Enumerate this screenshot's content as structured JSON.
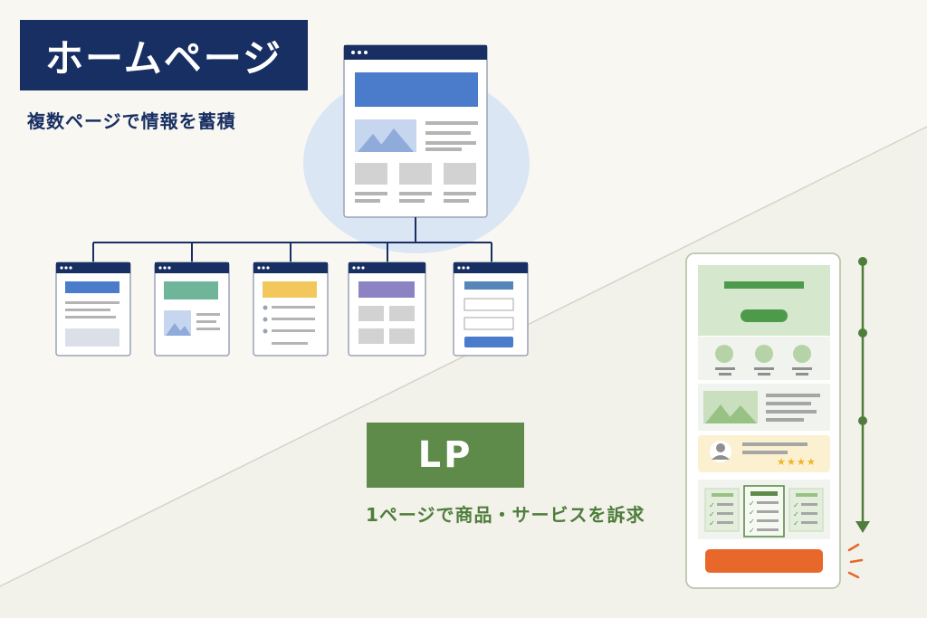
{
  "homepage": {
    "title": "ホームページ",
    "subtitle": "複数ページで情報を蓄積",
    "color": "#182f63",
    "accent_blue": "#4a7ccb",
    "sub_page_accents": [
      "#4a7ccb",
      "#6fb59a",
      "#f2c75c",
      "#8c84c2",
      "#5686b9"
    ]
  },
  "lp": {
    "title": "LP",
    "subtitle": "1ページで商品・サービスを訴求",
    "color": "#5e8b49",
    "cta_color": "#e8672a",
    "review_stars": 4
  }
}
